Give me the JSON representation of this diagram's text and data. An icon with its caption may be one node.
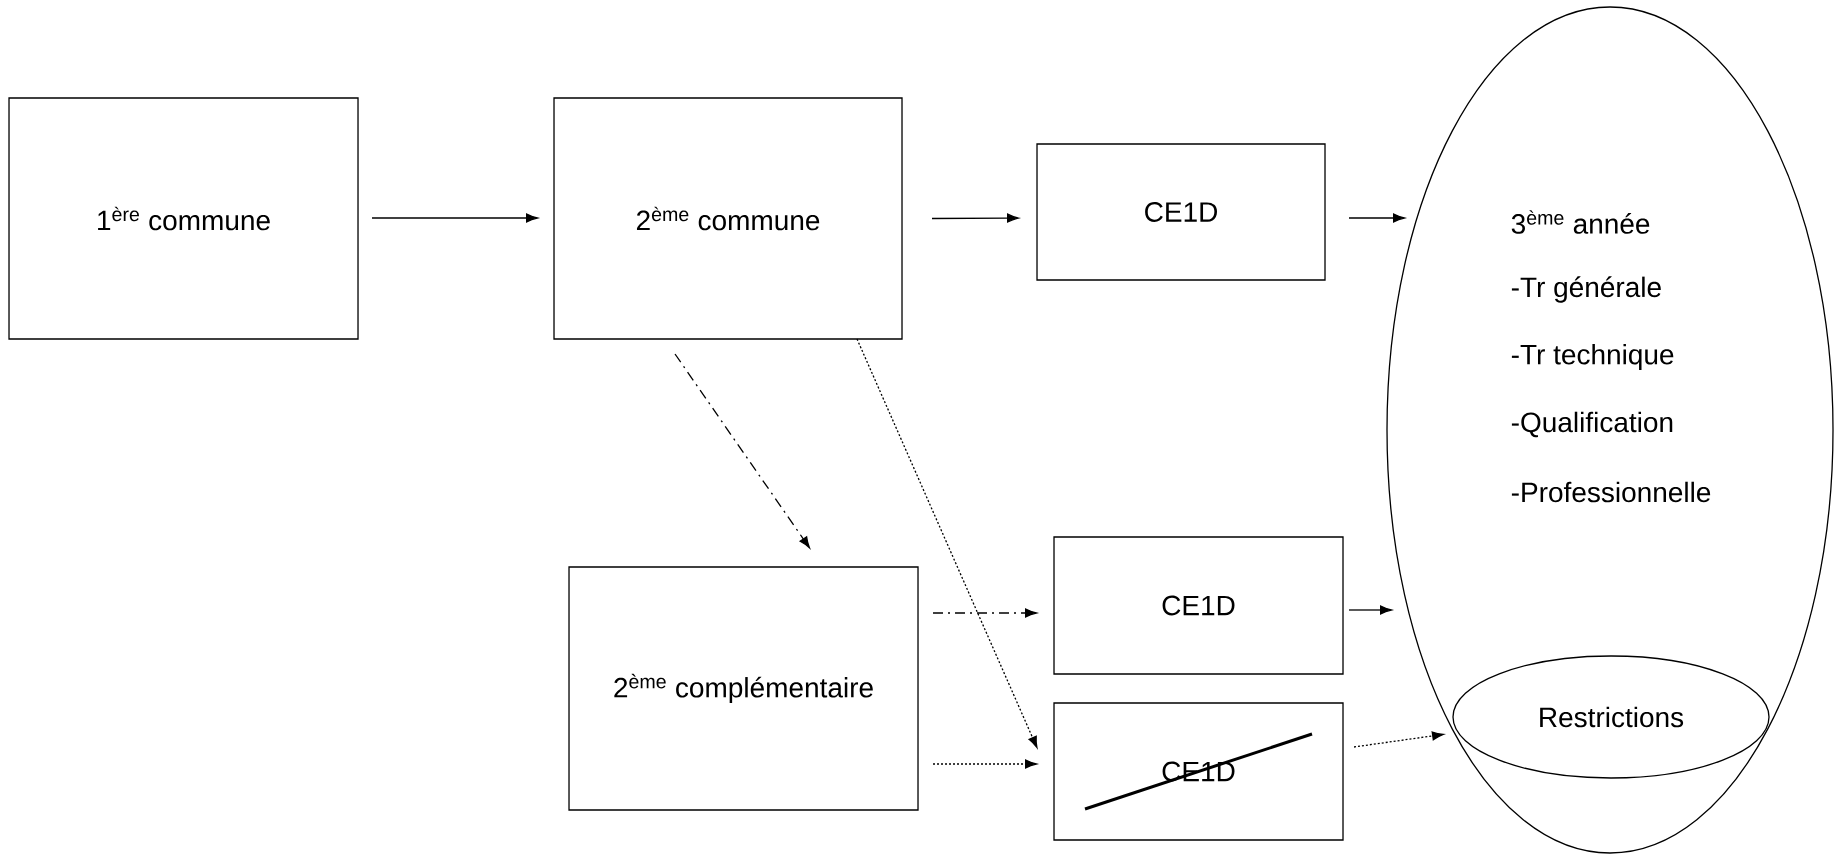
{
  "diagram": {
    "nodes": [
      {
        "text": [
          "1$^{ère}$ commune"
        ]
      },
      {
        "text": [
          "2$^{ème}$ commune"
        ]
      },
      {
        "text": [
          "CE1D"
        ]
      },
      {
        "text": [
          "3$^{ème}$ année",
          "-Tr générale",
          "-Tr technique",
          "-Qualification",
          "-Professionnelle"
        ]
      },
      {
        "text": [
          "Restrictions"
        ],
        "in": 3
      },
      {
        "text": [
          "2$^{ème}$ complémentaire"
        ]
      },
      {
        "text": [
          "CE1D"
        ]
      },
      {
        "text": [
          "CE1D"
        ]
      }
    ],
    "edges": [
      {
        "from": 0,
        "to": 1,
        "arrow": "to"
      },
      {
        "from": 1,
        "to": 2,
        "arrow": "to"
      },
      {
        "from": 2,
        "to": 3,
        "arrow": "to"
      },
      {
        "from": 1,
        "to": 5,
        "arrow": "to",
        "style": "dashed"
      },
      {
        "from": 1,
        "to": 7,
        "arrow": "to",
        "style": "dashed"
      },
      {
        "from": 5,
        "to": 6,
        "arrow": "to",
        "style": "dashed"
      },
      {
        "from": 5,
        "to": 7,
        "arrow": "to",
        "style": "dashed"
      },
      {
        "from": 6,
        "to": 3,
        "arrow": "to"
      },
      {
        "from": 7,
        "to": 4,
        "arrow": "to",
        "style": "dashed"
      }
    ]
  }
}
